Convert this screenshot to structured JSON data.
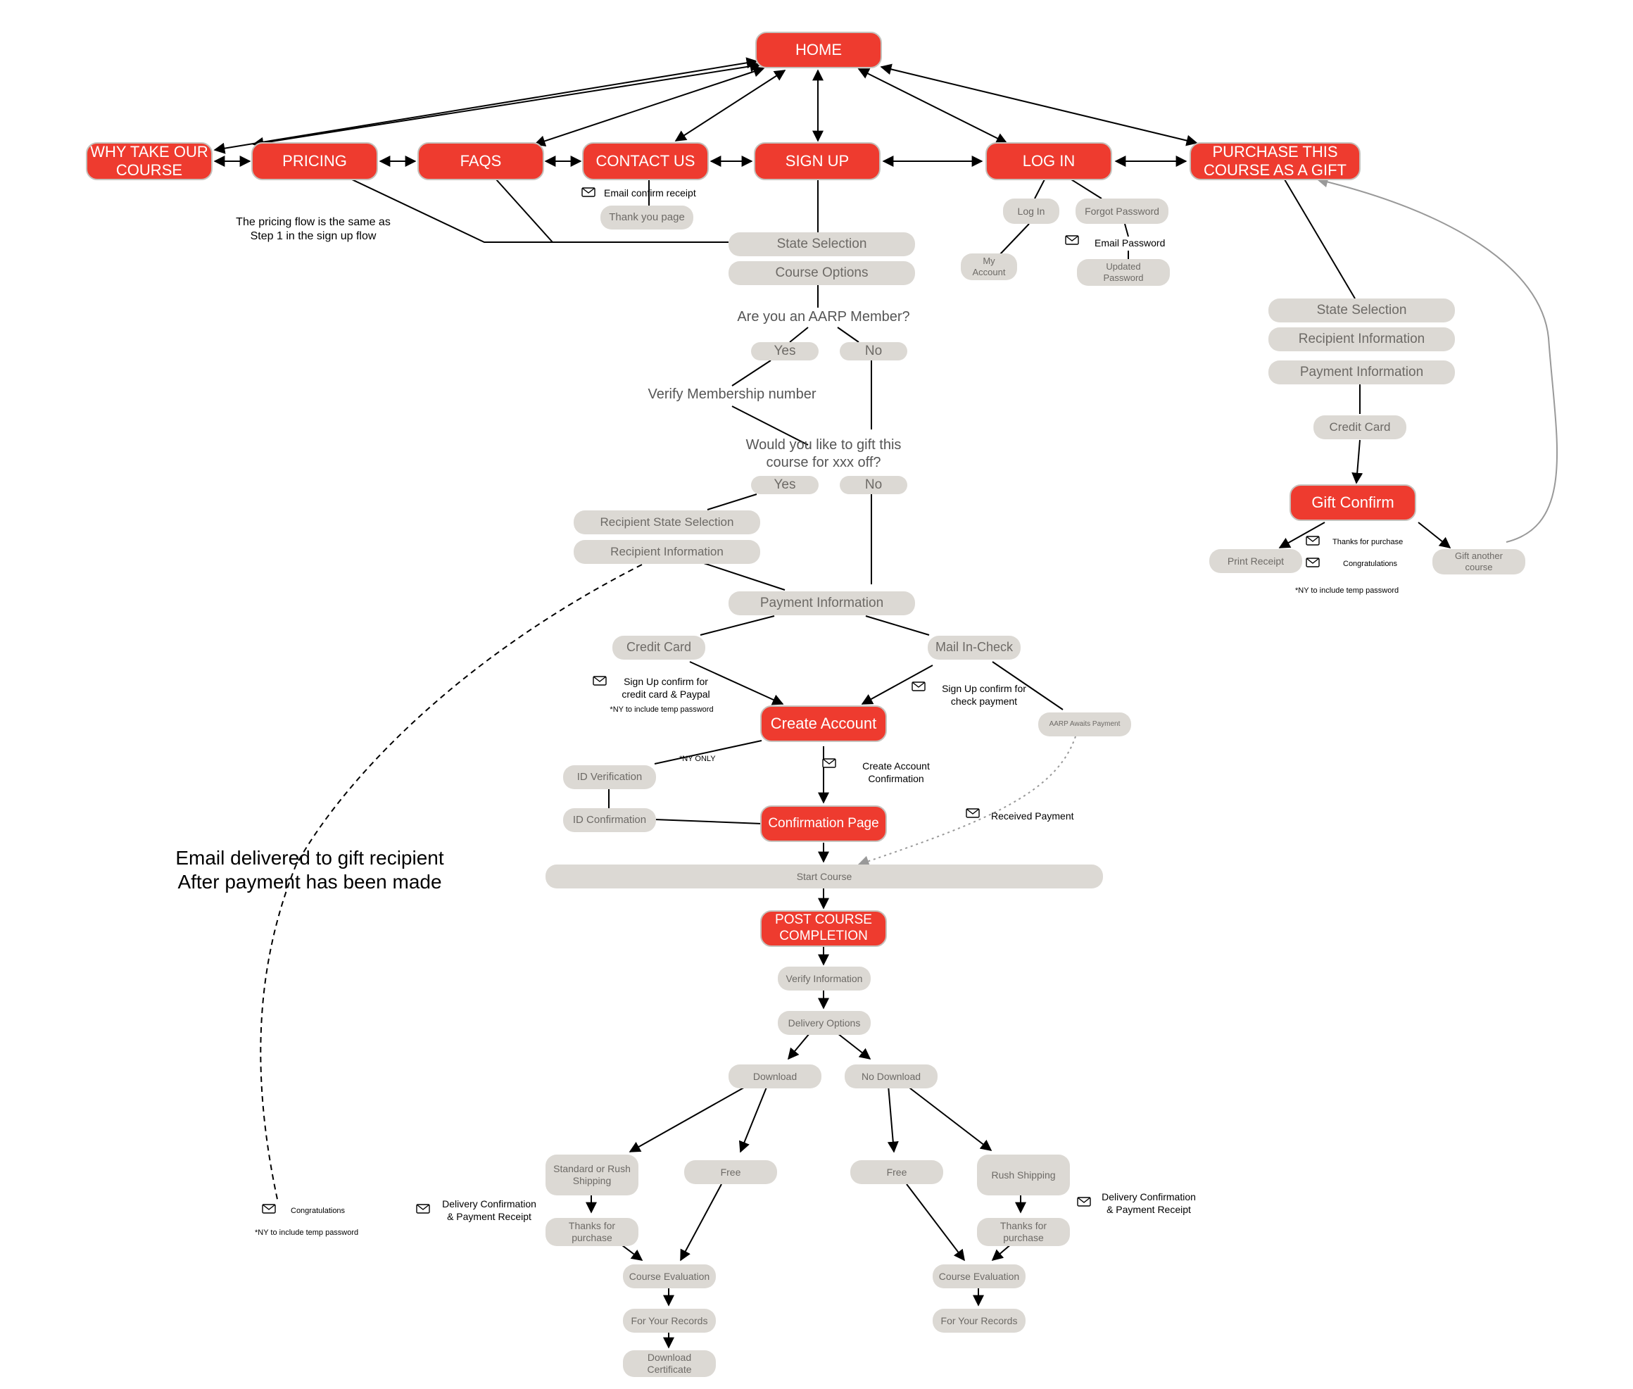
{
  "nodes": {
    "home": "HOME",
    "why": "WHY TAKE OUR\nCOURSE",
    "pricing": "PRICING",
    "faqs": "FAQS",
    "contact": "CONTACT US",
    "signup": "SIGN UP",
    "login": "LOG IN",
    "gift": "PURCHASE THIS\nCOURSE AS A GIFT",
    "thank_you": "Thank you page",
    "state_sel": "State Selection",
    "course_opts": "Course Options",
    "aarp_yes": "Yes",
    "aarp_no": "No",
    "gift_yes": "Yes",
    "gift_no": "No",
    "rec_state": "Recipient State Selection",
    "rec_info": "Recipient Information",
    "payment": "Payment Information",
    "credit_card": "Credit Card",
    "mail_check": "Mail In-Check",
    "create_acct": "Create Account",
    "aarp_awaits": "AARP Awaits Payment",
    "id_verif": "ID Verification",
    "id_confirm": "ID Confirmation",
    "confirm_page": "Confirmation Page",
    "start_course": "Start Course",
    "post_course": "POST COURSE\nCOMPLETION",
    "verify_info": "Verify Information",
    "delivery_opts": "Delivery Options",
    "download": "Download",
    "no_download": "No Download",
    "std_rush": "Standard or Rush\nShipping",
    "free_l": "Free",
    "free_r": "Free",
    "rush": "Rush Shipping",
    "thanks_l": "Thanks for\npurchase",
    "thanks_r": "Thanks for\npurchase",
    "eval_l": "Course Evaluation",
    "eval_r": "Course Evaluation",
    "records_l": "For Your Records",
    "records_r": "For Your Records",
    "dl_cert": "Download\nCertificate",
    "login_sub": "Log In",
    "forgot_pw": "Forgot Password",
    "my_account": "My\nAccount",
    "updated_pw": "Updated\nPassword",
    "g_state": "State Selection",
    "g_rec_info": "Recipient Information",
    "g_payment": "Payment Information",
    "g_credit": "Credit Card",
    "gift_confirm": "Gift Confirm",
    "print_receipt": "Print Receipt",
    "gift_another": "Gift another\ncourse"
  },
  "labels": {
    "pricing_note": "The pricing flow is the same as\nStep 1 in the sign up flow",
    "aarp_q": "Are you an AARP Member?",
    "verify_membership": "Verify Membership number",
    "gift_q": "Would you like to gift this\ncourse for xxx off?",
    "email_confirm_receipt": "Email confirm receipt",
    "email_password": "Email Password",
    "thanks_for_purchase": "Thanks for purchase",
    "congratulations_gift": "Congratulations",
    "ny_temp_gift": "*NY to include temp password",
    "signup_confirm_cc": "Sign Up confirm for\ncredit card & Paypal",
    "ny_temp_cc": "*NY to include temp password",
    "signup_confirm_check": "Sign Up confirm for\ncheck payment",
    "ny_only": "*NY ONLY",
    "create_acct_confirm": "Create Account\nConfirmation",
    "received_payment": "Received Payment",
    "email_gift_recipient": "Email delivered to gift recipient\nAfter payment has been made",
    "congratulations_recipient": "Congratulations",
    "ny_temp_recipient": "*NY to include temp password",
    "delivery_confirm_l": "Delivery Confirmation\n& Payment Receipt",
    "delivery_confirm_r": "Delivery Confirmation\n& Payment Receipt"
  },
  "colors": {
    "primary_node": "#ee3b2f",
    "secondary_node": "#dcd9d4",
    "secondary_text": "#6d6a66",
    "connector": "#000000",
    "connector_muted": "#999999"
  },
  "icons": [
    "envelope-icon"
  ]
}
